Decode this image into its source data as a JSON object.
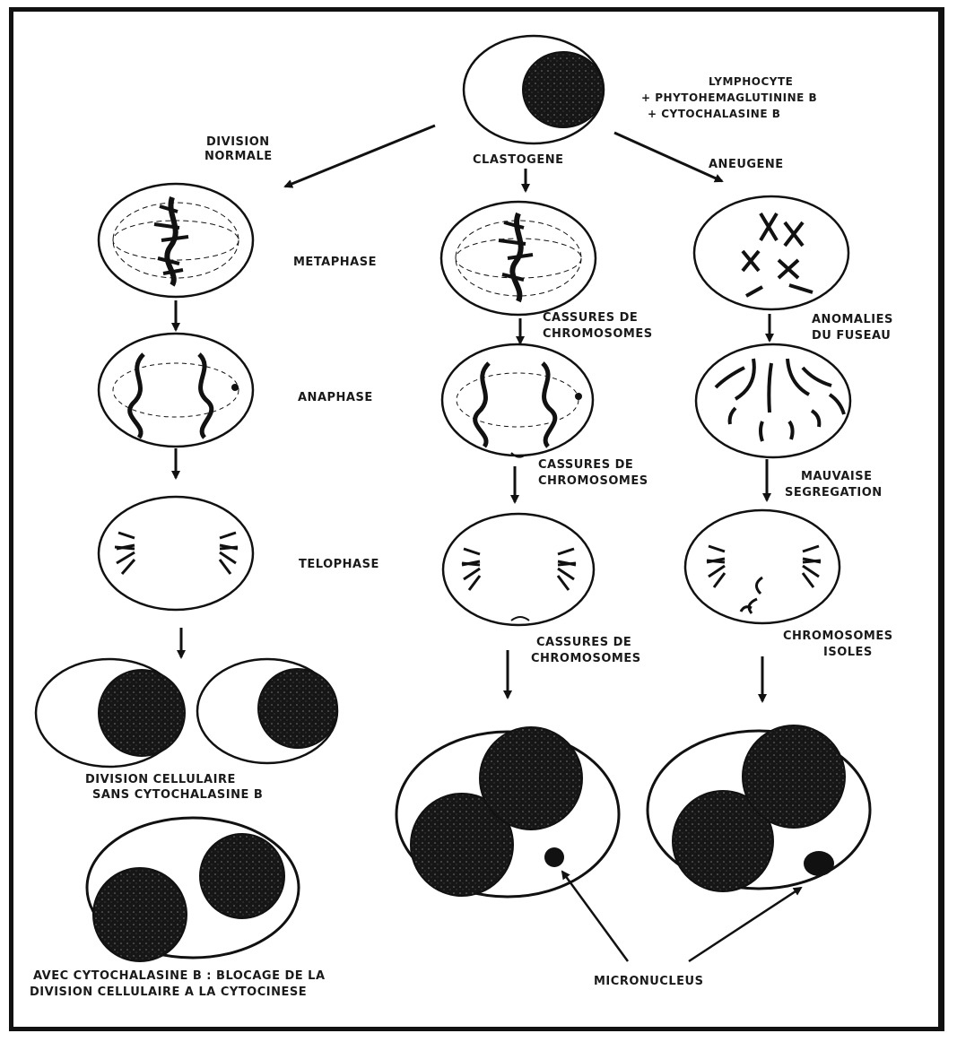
{
  "colors": {
    "ink": "#111111",
    "paper": "#ffffff"
  },
  "header": {
    "lymphocyte": "LYMPHOCYTE",
    "phyto": "+ PHYTOHEMAGLUTININE B",
    "cyto": "+ CYTOCHALASINE B"
  },
  "branches": {
    "normal_line1": "DIVISION",
    "normal_line2": "NORMALE",
    "clastogene": "CLASTOGENE",
    "aneugene": "ANEUGENE"
  },
  "phases": {
    "metaphase": "METAPHASE",
    "anaphase": "ANAPHASE",
    "telophase": "TELOPHASE"
  },
  "clasto_labels": {
    "cassures1_line1": "CASSURES DE",
    "cassures1_line2": "CHROMOSOMES",
    "cassures2_line1": "CASSURES DE",
    "cassures2_line2": "CHROMOSOMES",
    "cassures3_line1": "CASSURES DE",
    "cassures3_line2": "CHROMOSOMES"
  },
  "aneu_labels": {
    "anomalies_line1": "ANOMALIES",
    "anomalies_line2": "DU FUSEAU",
    "mauvaise_line1": "MAUVAISE",
    "mauvaise_line2": "SEGREGATION",
    "isoles_line1": "CHROMOSOMES",
    "isoles_line2": "ISOLES"
  },
  "captions": {
    "sans_line1": "DIVISION  CELLULAIRE",
    "sans_line2": "SANS CYTOCHALASINE B",
    "avec_line1": "AVEC CYTOCHALASINE B : BLOCAGE DE LA",
    "avec_line2": "DIVISION CELLULAIRE A LA CYTOCINESE",
    "micronucleus": "MICRONUCLEUS"
  }
}
